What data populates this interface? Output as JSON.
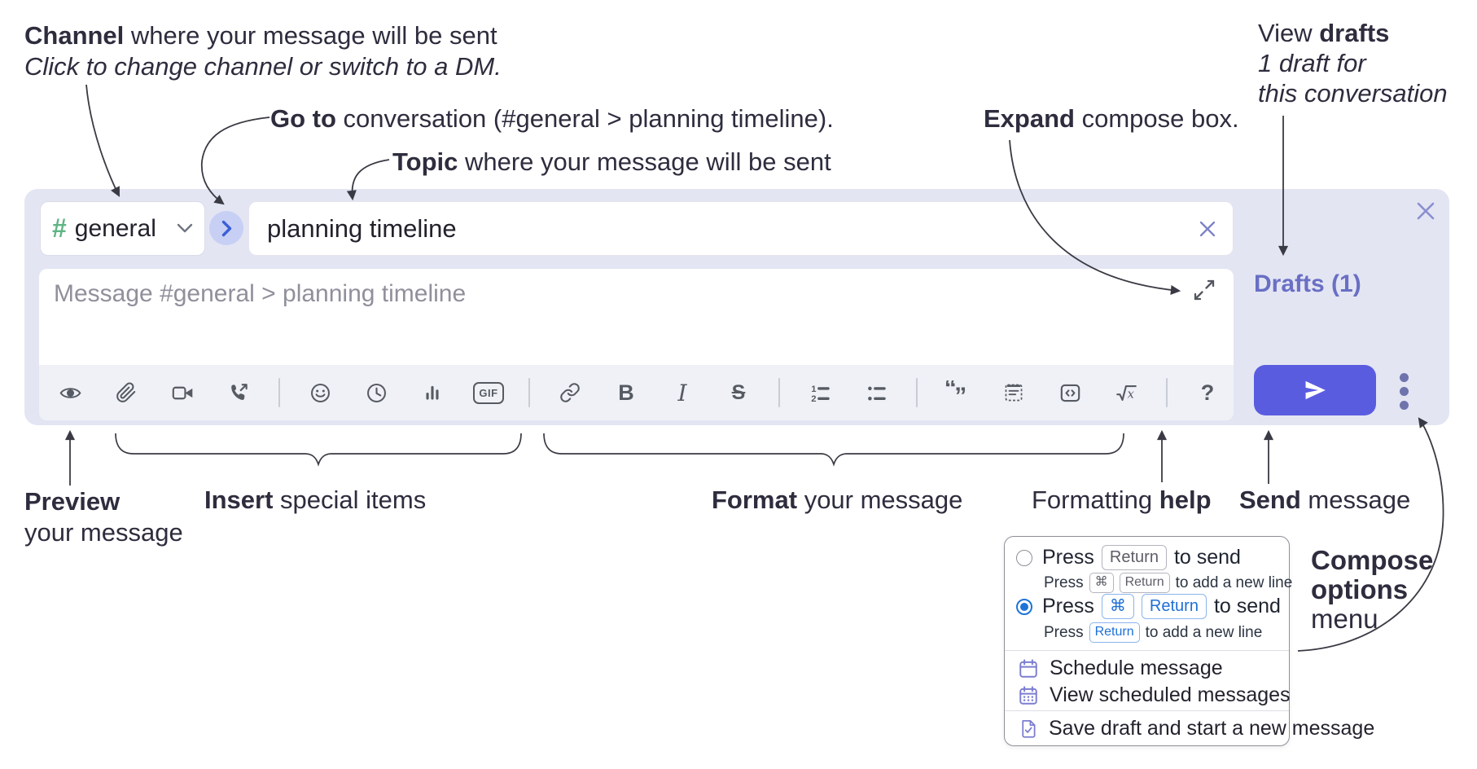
{
  "annotations": {
    "channel": {
      "bold": "Channel",
      "rest": " where your message will be sent",
      "sub_italic": "Click to change channel or switch to a DM."
    },
    "go_to": {
      "bold": "Go to",
      "rest": " conversation (#general > planning timeline)."
    },
    "topic": {
      "bold": "Topic",
      "rest": " where your message will be sent"
    },
    "expand": {
      "bold": "Expand",
      "rest": " compose box."
    },
    "view_drafts": {
      "pre": "View ",
      "bold": "drafts",
      "line2_italic": "1 draft for",
      "line3_italic": "this conversation"
    },
    "preview": {
      "bold": "Preview",
      "line2": "your message"
    },
    "insert": {
      "bold": "Insert",
      "rest": " special items"
    },
    "format": {
      "bold": "Format",
      "rest": " your message"
    },
    "formatting_help": {
      "pre": "Formatting ",
      "bold": "help"
    },
    "send": {
      "bold": "Send",
      "rest": " message"
    },
    "compose_options": {
      "line1_bold": "Compose",
      "line2_bold": "options",
      "line3": "menu"
    }
  },
  "composer": {
    "channel_hash": "#",
    "channel_name": "general",
    "topic_value": "planning timeline",
    "message_placeholder": "Message #general > planning timeline",
    "drafts_label": "Drafts (1)",
    "toolbar": {
      "gif_label": "GIF",
      "bold_label": "B",
      "italic_label": "I",
      "strikethrough_label": "S",
      "help_label": "?",
      "icons": [
        "preview-eye",
        "attach-paperclip",
        "video-clip",
        "audio-call",
        "emoji",
        "recent",
        "poll-bar-chart",
        "gif",
        "link",
        "bold",
        "italic",
        "strikethrough",
        "ordered-list",
        "bulleted-list",
        "blockquote",
        "code-block",
        "inline-code",
        "formula",
        "formatting-help"
      ]
    }
  },
  "compose_menu": {
    "options": [
      {
        "selected": false,
        "press": "Press",
        "key1": "Return",
        "after": "to send",
        "sub_press": "Press",
        "sub_key1": "⌘",
        "sub_key2": "Return",
        "sub_after": "to add a new line"
      },
      {
        "selected": true,
        "press": "Press",
        "key1": "⌘",
        "key2": "Return",
        "after": "to send",
        "sub_press": "Press",
        "sub_key1": "Return",
        "sub_after": "to add a new line"
      }
    ],
    "actions": [
      {
        "label": "Schedule message"
      },
      {
        "label": "View scheduled messages"
      },
      {
        "label": "Save draft and start a new message"
      }
    ]
  },
  "colors": {
    "composer_bg": "#e3e5f3",
    "accent_send": "#5a5ce0",
    "channel_hash_green": "#5fb584",
    "drafts_link": "#696fc4",
    "go_button_bg": "#c7d0f4",
    "go_button_chevron": "#3c5ed8",
    "radio_selected": "#1e74d6",
    "keycap_blue_text": "#1e6fd6",
    "menu_icon_purple": "#7b7dd1",
    "toolbar_icon": "#565b63",
    "annotation_text": "#2d2d3e"
  }
}
